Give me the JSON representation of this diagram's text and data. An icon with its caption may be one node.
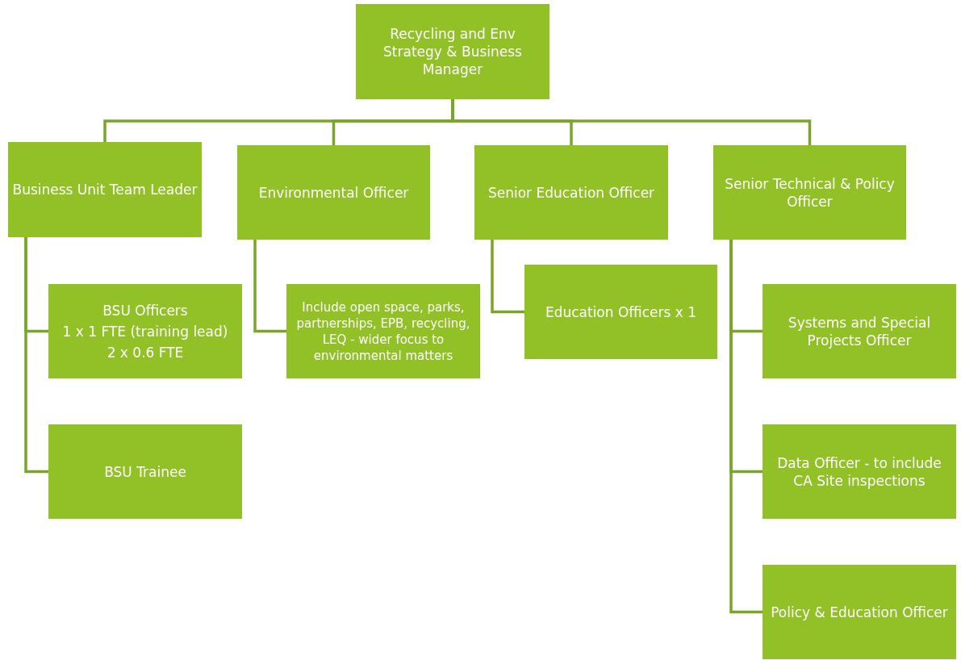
{
  "diagram": {
    "nodes": [
      {
        "text": [
          "Recycling and Env Strategy & Business Manager"
        ]
      },
      {
        "text": [
          "Business Unit Team Leader"
        ]
      },
      {
        "text": [
          "Environmental Officer"
        ]
      },
      {
        "text": [
          "Senior Education Officer"
        ]
      },
      {
        "text": [
          "Senior Technical & Policy Officer"
        ]
      },
      {
        "text": [
          "BSU Officers",
          "1 x 1 FTE (training lead)",
          "2 x 0.6 FTE"
        ]
      },
      {
        "text": [
          "BSU Trainee"
        ]
      },
      {
        "text": [
          "Include open space, parks, partnerships, EPB, recycling, LEQ - wider focus to environmental matters"
        ]
      },
      {
        "text": [
          "Education Officers x 1"
        ]
      },
      {
        "text": [
          "Systems and Special Projects Officer"
        ]
      },
      {
        "text": [
          "Data Officer - to include CA Site inspections"
        ]
      },
      {
        "text": [
          "Policy & Education Officer"
        ]
      }
    ],
    "edges": [
      {
        "from": 0,
        "to": 1,
        "arrow": "none"
      },
      {
        "from": 0,
        "to": 2,
        "arrow": "none"
      },
      {
        "from": 0,
        "to": 3,
        "arrow": "none"
      },
      {
        "from": 0,
        "to": 4,
        "arrow": "none"
      },
      {
        "from": 1,
        "to": 5,
        "arrow": "none"
      },
      {
        "from": 1,
        "to": 6,
        "arrow": "none"
      },
      {
        "from": 2,
        "to": 7,
        "arrow": "none"
      },
      {
        "from": 3,
        "to": 8,
        "arrow": "none"
      },
      {
        "from": 4,
        "to": 9,
        "arrow": "none"
      },
      {
        "from": 4,
        "to": 10,
        "arrow": "none"
      },
      {
        "from": 4,
        "to": 11,
        "arrow": "none"
      }
    ]
  }
}
